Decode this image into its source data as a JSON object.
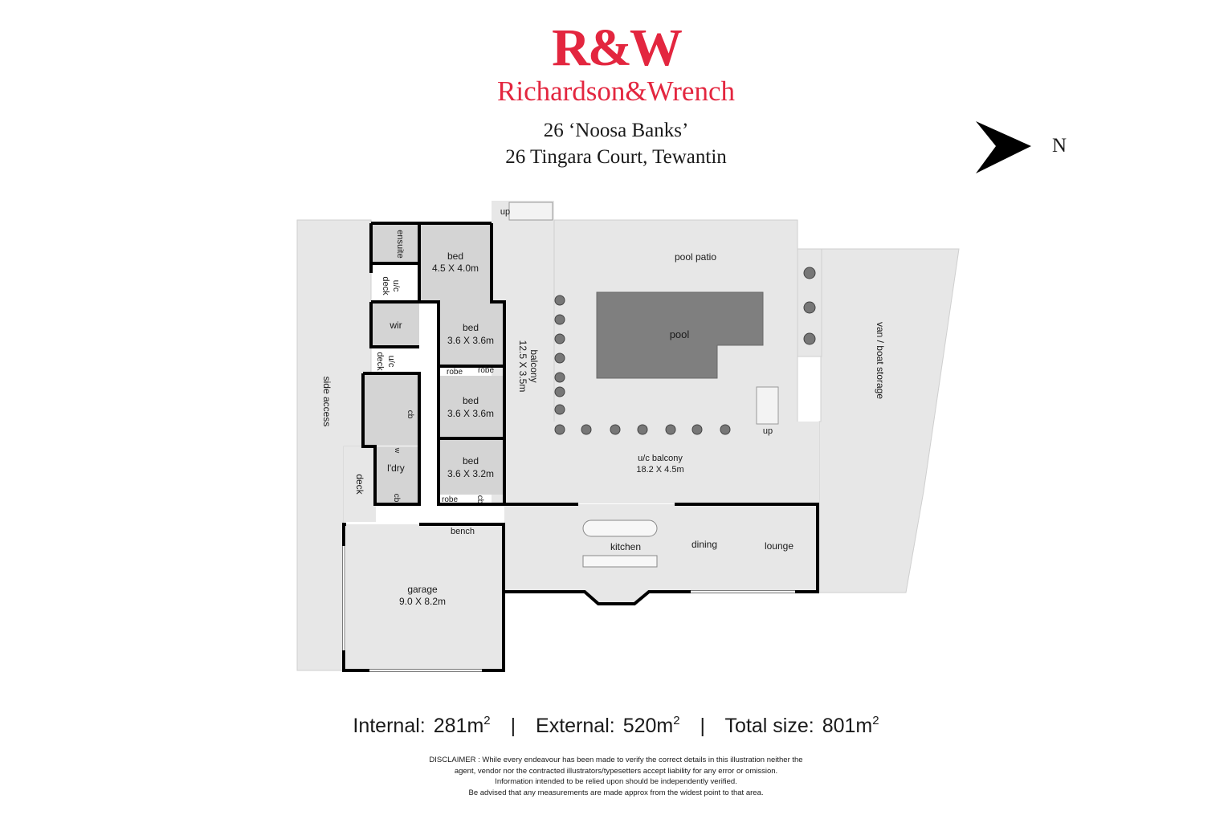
{
  "brand": {
    "mark": "R&W",
    "name": "Richardson&Wrench",
    "color": "#e3263f"
  },
  "property": {
    "line1": "26 ‘Noosa Banks’",
    "line2": "26 Tingara Court, Tewantin"
  },
  "compass": {
    "label": "N",
    "icon": "north-arrow-icon"
  },
  "rooms": {
    "ensuite": "ensuite",
    "bed1_label": "bed",
    "bed1_size": "4.5 X 4.0m",
    "uc_deck_1a": "u/c",
    "uc_deck_1b": "deck",
    "wir": "wir",
    "bed2_label": "bed",
    "bed2_size": "3.6 X 3.6m",
    "uc_deck_2a": "u/c",
    "uc_deck_2b": "deck",
    "robe_1": "robe",
    "robe_2": "robe",
    "bed3_label": "bed",
    "bed3_size": "3.6 X 3.6m",
    "cb_1": "cb",
    "w": "w",
    "laundry": "l'dry",
    "bed4_label": "bed",
    "bed4_size": "3.6 X 3.2m",
    "robe_3": "robe",
    "cb_2": "cb",
    "cb_3": "cb",
    "deck": "deck",
    "side_access": "side access",
    "balcony_label": "balcony",
    "balcony_size": "12.5 X 3.5m",
    "pool_patio": "pool patio",
    "pool": "pool",
    "van_storage": "van / boat storage",
    "up_1": "up",
    "up_2": "up",
    "uc_balcony_label": "u/c balcony",
    "uc_balcony_size": "18.2 X 4.5m",
    "bench": "bench",
    "kitchen": "kitchen",
    "dining": "dining",
    "lounge": "lounge",
    "garage_label": "garage",
    "garage_size": "9.0 X 8.2m"
  },
  "sizes": {
    "internal_label": "Internal:",
    "internal_value": "281m",
    "external_label": "External:",
    "external_value": "520m",
    "total_label": "Total size:",
    "total_value": "801m",
    "unit_sup": "2",
    "separator": "|"
  },
  "disclaimer": {
    "line1": "DISCLAIMER : While every endeavour has been made to verify the correct details in this illustration neither the",
    "line2": "agent, vendor nor the contracted illustrators/typesetters accept liability for any error or omission.",
    "line3": "Information intended to be relied upon should be independently verified.",
    "line4": "Be advised that any measurements are made approx from the widest point to that area."
  }
}
